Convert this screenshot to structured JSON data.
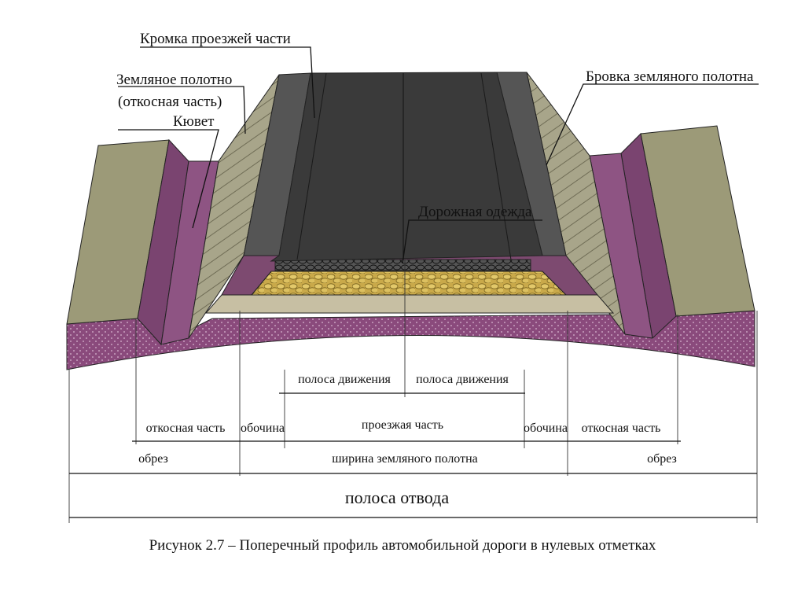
{
  "labels": {
    "edge": "Кромка проезжей части",
    "subgrade_line1": "Земляное полотно",
    "subgrade_line2": "(откосная часть)",
    "ditch": "Кювет",
    "shoulder_edge": "Бровка земляного полотна",
    "pavement": "Дорожная одежда"
  },
  "dimensions": {
    "lane_left": "полоса движения",
    "lane_right": "полоса движения",
    "slope_left": "откосная часть",
    "shoulder_left": "обочина",
    "carriageway": "проезжая часть",
    "shoulder_right": "обочина",
    "slope_right": "откосная часть",
    "cut_left": "обрез",
    "subgrade_width": "ширина земляного полотна",
    "cut_right": "обрез",
    "right_of_way": "полоса отвода"
  },
  "caption": "Рисунок 2.7 – Поперечный профиль автомобильной дороги в нулевых отметках",
  "colors": {
    "soil": "#8a4a7c",
    "ground_top": "#9c9a78",
    "slope": "#a8a58a",
    "ditch_wall": "#7a4470",
    "asphalt": "#3a3a3a",
    "asphalt_edge": "#555555",
    "gravel": "#d8c060",
    "sand": "#c7bfa3"
  }
}
